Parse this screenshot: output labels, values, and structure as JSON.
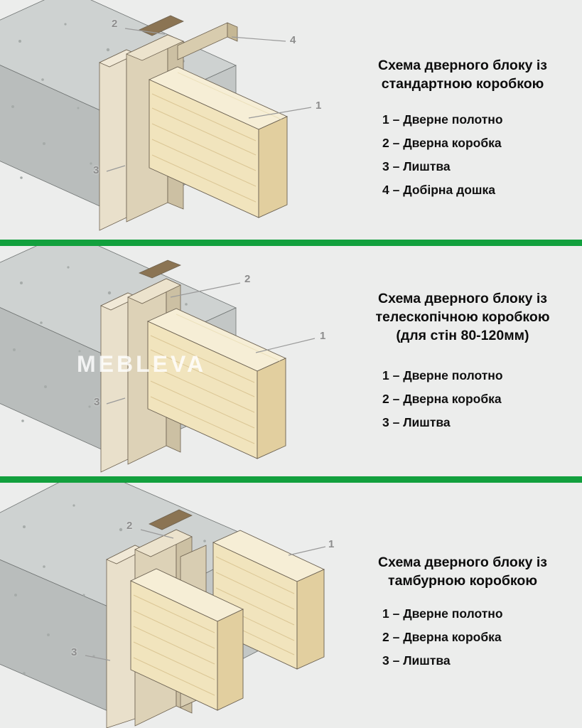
{
  "page": {
    "background": "#ecedec",
    "divider_color": "#12a03d",
    "text_color": "#0d0d0d",
    "callout_color": "#8d8d8d"
  },
  "watermark": "MEBLEVA",
  "sections": [
    {
      "title": "Схема дверного блоку із стандартною коробкою",
      "legend": [
        "1 – Дверне полотно",
        "2 – Дверна коробка",
        "3 – Лиштва",
        "4 – Добірна дошка"
      ],
      "callouts": {
        "n1": "1",
        "n2": "2",
        "n3": "3",
        "n4": "4"
      }
    },
    {
      "title": "Схема дверного блоку із телескопічною коробкою (для стін 80-120мм)",
      "legend": [
        "1 – Дверне полотно",
        "2 – Дверна коробка",
        "3 – Лиштва"
      ],
      "callouts": {
        "n1": "1",
        "n2": "2",
        "n3": "3"
      }
    },
    {
      "title": "Схема дверного блоку із тамбурною коробкою",
      "legend": [
        "1 – Дверне полотно",
        "2 – Дверна коробка",
        "3 – Лиштва"
      ],
      "callouts": {
        "n1": "1",
        "n2": "2",
        "n3": "3"
      }
    }
  ]
}
